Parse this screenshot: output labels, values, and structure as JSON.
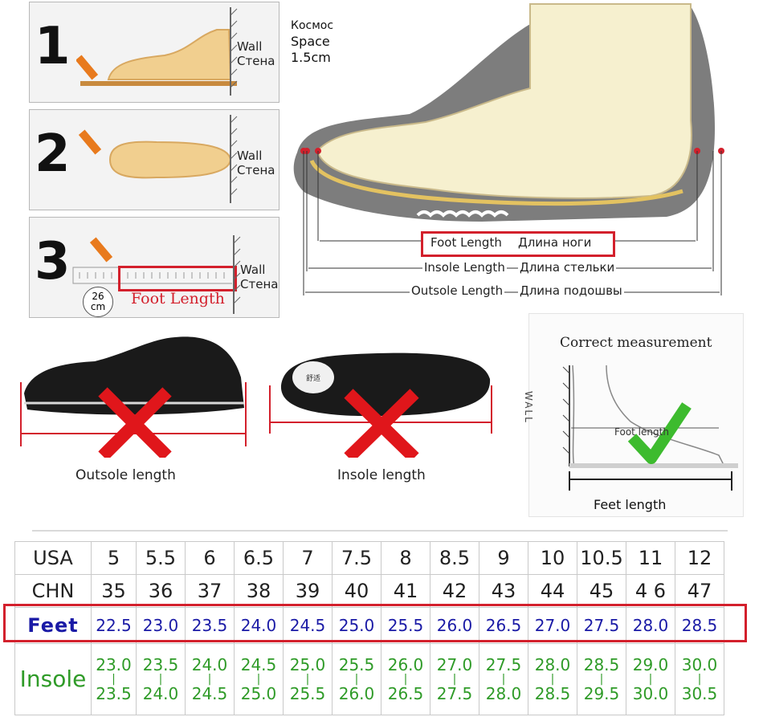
{
  "steps": [
    {
      "number": "1",
      "wall_en": "Wall",
      "wall_ru": "Стена"
    },
    {
      "number": "2",
      "wall_en": "Wall",
      "wall_ru": "Стена"
    },
    {
      "number": "3",
      "wall_en": "Wall",
      "wall_ru": "Стена",
      "ruler_badge_value": "26",
      "ruler_badge_unit": "cm",
      "foot_length": "Foot Length"
    }
  ],
  "diagram": {
    "space_ru": "Космос",
    "space_en": "Space",
    "space_value": "1.5cm",
    "foot_length": "Foot Length",
    "foot_length_ru": "Длина ноги",
    "insole_length": "Insole Length",
    "insole_length_ru": "Длина стельки",
    "outsole_length": "Outsole Length",
    "outsole_length_ru": "Длина подошвы"
  },
  "wrong_examples": {
    "outsole_label": "Outsole length",
    "insole_label": "Insole length",
    "insole_brand": "舒适"
  },
  "correct": {
    "title": "Correct measurement",
    "wall": "WALL",
    "foot_length": "Foot length",
    "feet_length": "Feet length"
  },
  "size_table": {
    "usa_label": "USA",
    "chn_label": "CHN",
    "feet_label": "Feet",
    "insole_label": "Insole",
    "usa": [
      "5",
      "5.5",
      "6",
      "6.5",
      "7",
      "7.5",
      "8",
      "8.5",
      "9",
      "10",
      "10.5",
      "11",
      "12"
    ],
    "chn": [
      "35",
      "36",
      "37",
      "38",
      "39",
      "40",
      "41",
      "42",
      "43",
      "44",
      "45",
      "4 6",
      "47"
    ],
    "feet": [
      "22.5",
      "23.0",
      "23.5",
      "24.0",
      "24.5",
      "25.0",
      "25.5",
      "26.0",
      "26.5",
      "27.0",
      "27.5",
      "28.0",
      "28.5"
    ],
    "insole_from": [
      "23.0",
      "23.5",
      "24.0",
      "24.5",
      "25.0",
      "25.5",
      "26.0",
      "27.0",
      "27.5",
      "28.0",
      "28.5",
      "29.0",
      "30.0"
    ],
    "insole_to": [
      "23.5",
      "24.0",
      "24.5",
      "25.0",
      "25.5",
      "26.0",
      "26.5",
      "27.5",
      "28.0",
      "28.5",
      "29.5",
      "30.0",
      "30.5"
    ]
  },
  "colors": {
    "highlight_red": "#d3202c",
    "feet_blue": "#1a1aa6",
    "insole_green": "#2f9b28",
    "skin": "#f1cf8f"
  }
}
